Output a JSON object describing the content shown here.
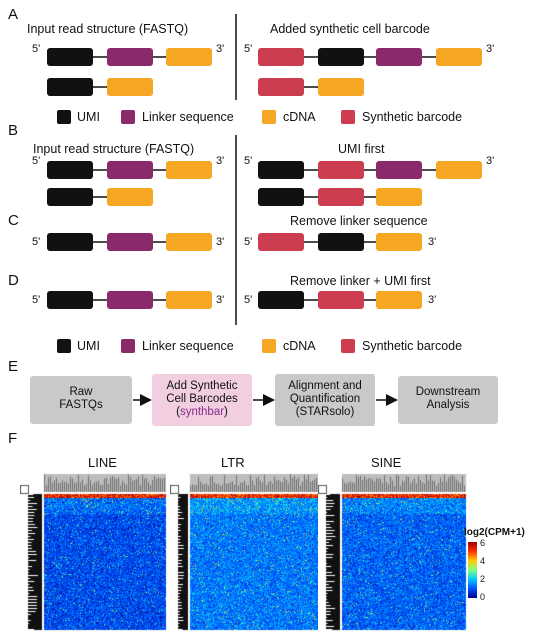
{
  "colors": {
    "umi": "#111111",
    "linker": "#8b2a6b",
    "cdna": "#f5a623",
    "barcode": "#cc3d4f",
    "workflow_box": "#c9c9c9",
    "workflow_highlight": "#f1cfe0",
    "synthbar_text": "#8b2b8a"
  },
  "panels": {
    "a": "A",
    "b": "B",
    "c": "C",
    "d": "D",
    "e": "E",
    "f": "F"
  },
  "ends": {
    "five": "5'",
    "three": "3'"
  },
  "a": {
    "left_title": "Input read structure (FASTQ)",
    "right_title": "Added synthetic cell barcode"
  },
  "b": {
    "left_title": "Input read structure (FASTQ)",
    "right_title": "UMI first"
  },
  "c": {
    "right_title": "Remove linker sequence"
  },
  "d": {
    "right_title": "Remove linker + UMI first"
  },
  "legend": {
    "umi": "UMI",
    "linker": "Linker sequence",
    "cdna": "cDNA",
    "barcode": "Synthetic barcode"
  },
  "workflow": {
    "step1": {
      "line1": "Raw",
      "line2": "FASTQs"
    },
    "step2": {
      "line1": "Add Synthetic",
      "line2": "Cell Barcodes",
      "line3_open": "(",
      "line3_tool": "synthbar",
      "line3_close": ")"
    },
    "step3": {
      "line1": "Alignment and",
      "line2": "Quantification",
      "line3": "(STARsolo)"
    },
    "step4": {
      "line1": "Downstream",
      "line2": "Analysis"
    }
  },
  "heatmaps": {
    "titles": [
      "LINE",
      "LTR",
      "SINE"
    ],
    "colorbar_title": "log2(CPM+1)",
    "colorbar_ticks": [
      "6",
      "4",
      "2",
      "0"
    ]
  }
}
